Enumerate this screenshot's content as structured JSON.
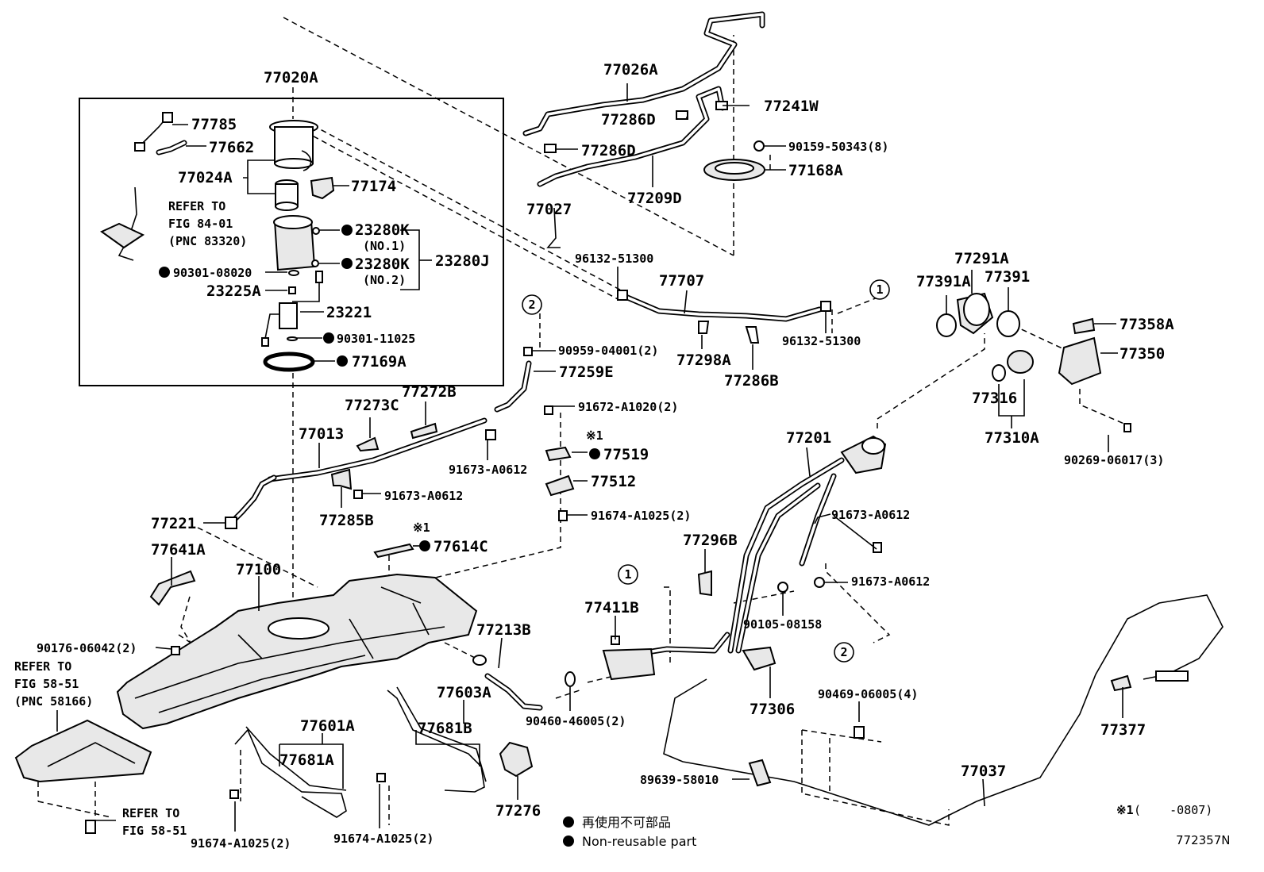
{
  "labels": {
    "p77020A": "77020A",
    "p77785": "77785",
    "p77662": "77662",
    "p77024A": "77024A",
    "p77174": "77174",
    "refer1a": "REFER TO",
    "refer1b": "FIG 84-01",
    "refer1c": "(PNC 83320)",
    "p23280K1": "23280K",
    "no1": "(NO.1)",
    "p23280K2": "23280K",
    "no2": "(NO.2)",
    "p23280J": "23280J",
    "p90301_08020": "90301-08020",
    "p23225A": "23225A",
    "p23221": "23221",
    "p90301_11025": "90301-11025",
    "p77169A": "77169A",
    "p77026A": "77026A",
    "p77241W": "77241W",
    "p77286D1": "77286D",
    "p77286D2": "77286D",
    "p90159": "90159-50343(8)",
    "p77168A": "77168A",
    "p77209D": "77209D",
    "p77027": "77027",
    "p96132a": "96132-51300",
    "p77707": "77707",
    "p96132b": "96132-51300",
    "p77298A": "77298A",
    "p77286B": "77286B",
    "p77391A": "77391A",
    "p77291A": "77291A",
    "p77391": "77391",
    "p77358A": "77358A",
    "p77350": "77350",
    "p77316": "77316",
    "p77310A": "77310A",
    "p90269": "90269-06017(3)",
    "p90959": "90959-04001(2)",
    "p77259E": "77259E",
    "p91672": "91672-A1020(2)",
    "p77273C": "77273C",
    "p77272B": "77272B",
    "p77013": "77013",
    "note1a": "※1",
    "p77519": "77519",
    "p91673a": "91673-A0612",
    "p77512": "77512",
    "p91673b": "91673-A0612",
    "p77285B": "77285B",
    "p91674a": "91674-A1025(2)",
    "p77221": "77221",
    "note1b": "※1",
    "p77614C": "77614C",
    "p77641A": "77641A",
    "p77100": "77100",
    "p77201": "77201",
    "p91673c": "91673-A0612",
    "p77296B": "77296B",
    "p91673d": "91673-A0612",
    "p90105": "90105-08158",
    "p77411B": "77411B",
    "p77213B": "77213B",
    "p90176": "90176-06042(2)",
    "refer2a": "REFER TO",
    "refer2b": "FIG 58-51",
    "refer2c": "(PNC 58166)",
    "p77603A": "77603A",
    "p77601A": "77601A",
    "p77681B": "77681B",
    "p77681A": "77681A",
    "p90460": "90460-46005(2)",
    "p77306": "77306",
    "p90469": "90469-06005(4)",
    "p77377": "77377",
    "p89639": "89639-58010",
    "p77037": "77037",
    "p77276": "77276",
    "refer3a": "REFER TO",
    "refer3b": "FIG 58-51",
    "p91674b": "91674-A1025(2)",
    "p91674c": "91674-A1025(2)",
    "circle1a": "1",
    "circle1b": "1",
    "circle2a": "2",
    "circle2b": "2"
  },
  "legend": {
    "jp": "再使用不可部品",
    "en": "Non-reusable part"
  },
  "footnote": {
    "mark": "※1",
    "text": "(    -0807)"
  },
  "figure_id": "772357N"
}
